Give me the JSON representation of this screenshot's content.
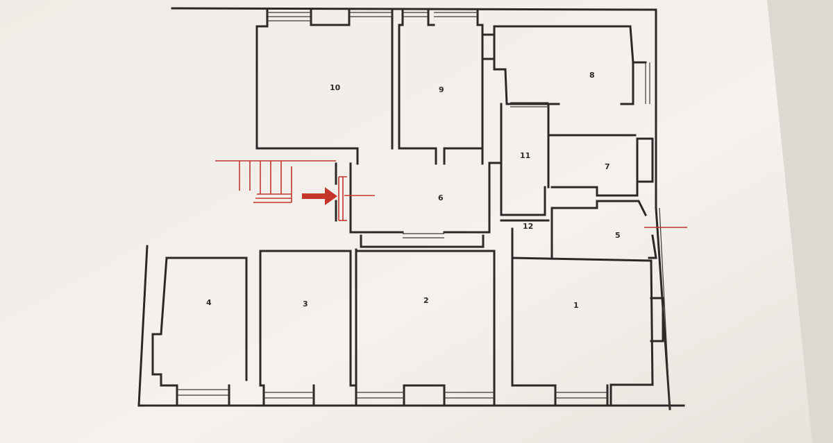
{
  "plan": {
    "rooms": [
      {
        "id": "1",
        "label": "1"
      },
      {
        "id": "2",
        "label": "2"
      },
      {
        "id": "3",
        "label": "3"
      },
      {
        "id": "4",
        "label": "4"
      },
      {
        "id": "5",
        "label": "5"
      },
      {
        "id": "6",
        "label": "6"
      },
      {
        "id": "7",
        "label": "7"
      },
      {
        "id": "8",
        "label": "8"
      },
      {
        "id": "9",
        "label": "9"
      },
      {
        "id": "10",
        "label": "10"
      },
      {
        "id": "11",
        "label": "11"
      },
      {
        "id": "12",
        "label": "12"
      }
    ],
    "colors": {
      "paper": "#f3f0ec",
      "ink": "#2b2928",
      "entrance_marking": "#c4352c"
    }
  }
}
